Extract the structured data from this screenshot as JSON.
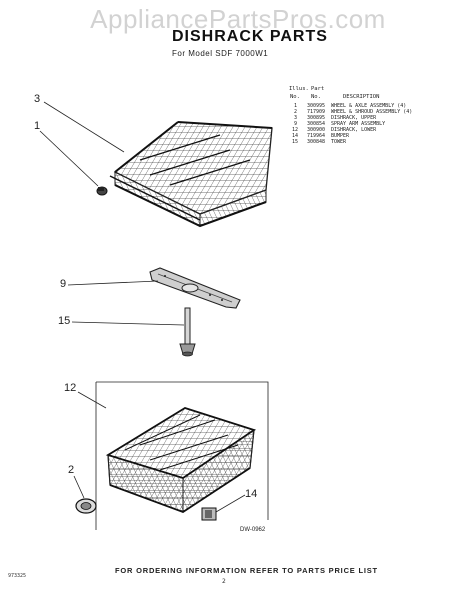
{
  "watermark": "AppliancePartsPros.com",
  "title": "DISHRACK PARTS",
  "subtitle": "For Model SDF 7000W1",
  "parts_table": {
    "header_illus": "Illus.",
    "header_no1": "No.",
    "header_part": "Part",
    "header_no2": "No.",
    "header_desc": "DESCRIPTION",
    "rows": [
      {
        "illus": "1",
        "part": "300995",
        "desc": "WHEEL & AXLE ASSEMBLY (4)"
      },
      {
        "illus": "2",
        "part": "717909",
        "desc": "WHEEL & SHROUD ASSEMBLY (4)"
      },
      {
        "illus": "3",
        "part": "300895",
        "desc": "DISHRACK, UPPER"
      },
      {
        "illus": "9",
        "part": "300854",
        "desc": "SPRAY ARM ASSEMBLY"
      },
      {
        "illus": "12",
        "part": "300900",
        "desc": "DISHRACK, LOWER"
      },
      {
        "illus": "14",
        "part": "719964",
        "desc": "BUMPER"
      },
      {
        "illus": "15",
        "part": "300848",
        "desc": "TOWER"
      }
    ]
  },
  "callouts": {
    "c3": "3",
    "c1": "1",
    "c9": "9",
    "c15": "15",
    "c12": "12",
    "c2": "2",
    "c14": "14"
  },
  "diagram_code": "DW-0962",
  "footer": "FOR ORDERING INFORMATION REFER TO PARTS PRICE LIST",
  "stamp": "973325",
  "page_number": "2"
}
